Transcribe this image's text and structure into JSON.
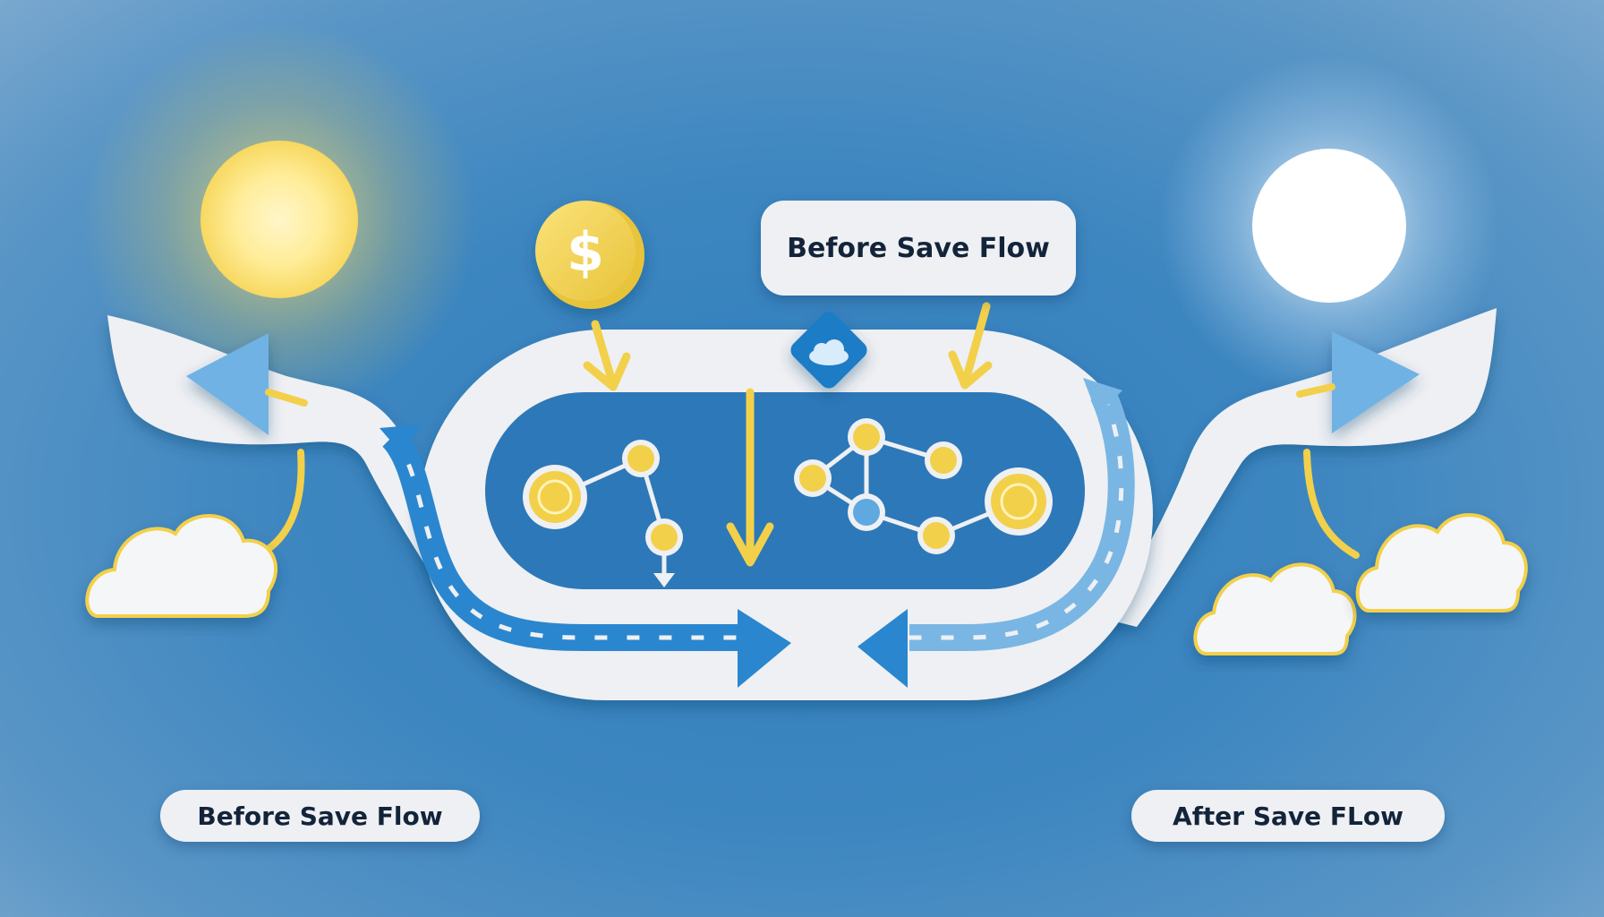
{
  "labels": {
    "top": "Before Save Flow",
    "bottom_left": "Before Save Flow",
    "bottom_right": "After Save FLow"
  },
  "icons": {
    "coin_symbol": "$",
    "left_sun": "warm-sun-icon",
    "right_sun": "white-sun-icon",
    "center_badge": "cloud-diamond-icon",
    "clouds": "cloud-icon",
    "nodes": "coin-node-icon"
  },
  "colors": {
    "background": "#3d86c0",
    "path": "#eef0f3",
    "accent_blue": "#2a86cf",
    "accent_yellow": "#f2d04a",
    "text": "#13243a"
  }
}
